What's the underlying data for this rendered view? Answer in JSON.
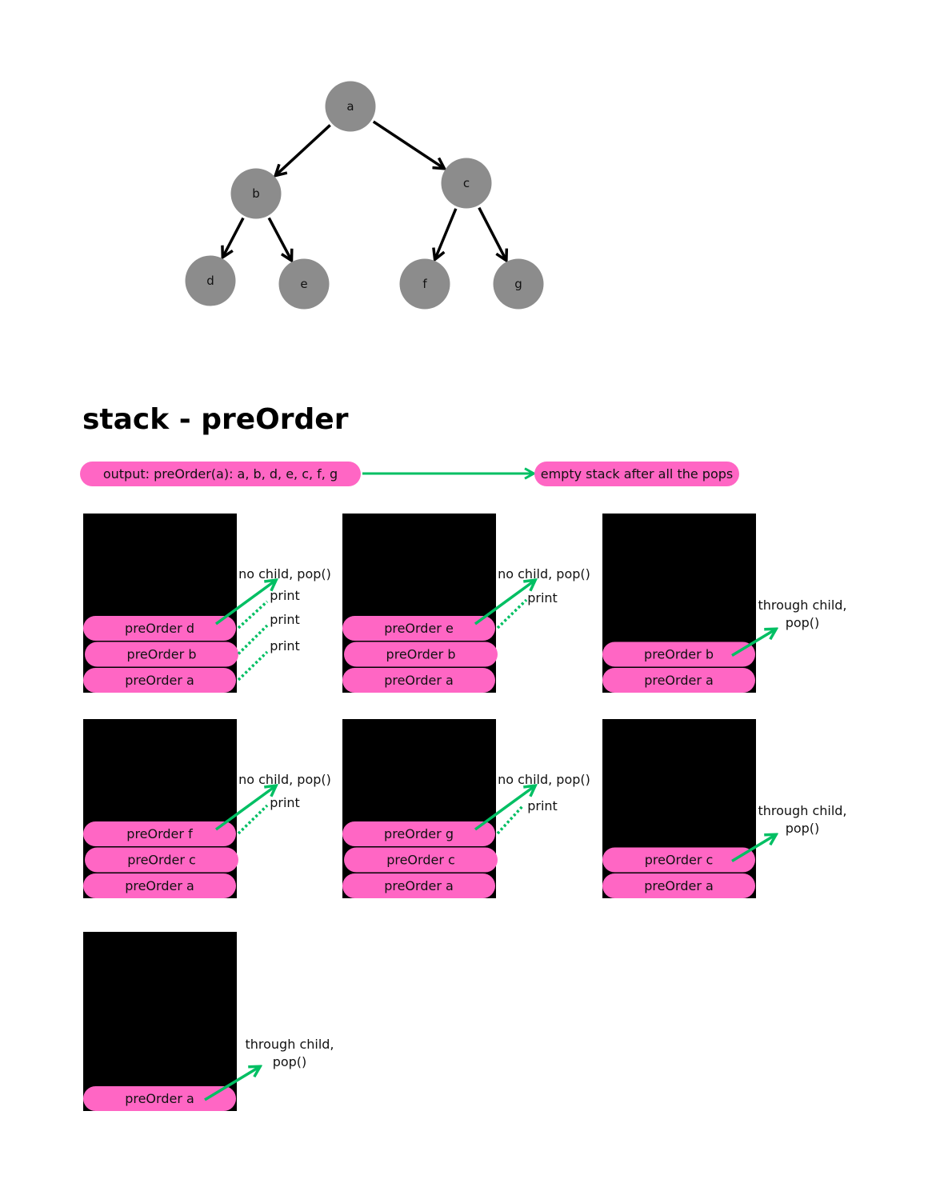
{
  "tree": {
    "nodes": [
      {
        "id": "a",
        "label": "a"
      },
      {
        "id": "b",
        "label": "b"
      },
      {
        "id": "c",
        "label": "c"
      },
      {
        "id": "d",
        "label": "d"
      },
      {
        "id": "e",
        "label": "e"
      },
      {
        "id": "f",
        "label": "f"
      },
      {
        "id": "g",
        "label": "g"
      }
    ],
    "edges": [
      [
        "a",
        "b"
      ],
      [
        "a",
        "c"
      ],
      [
        "b",
        "d"
      ],
      [
        "b",
        "e"
      ],
      [
        "c",
        "f"
      ],
      [
        "c",
        "g"
      ]
    ]
  },
  "title": "stack - preOrder",
  "output_label": "output: preOrder(a): a, b, d, e, c, f, g",
  "empty_label": "empty stack after all the pops",
  "stacks": [
    {
      "frames": [
        "preOrder d",
        "preOrder b",
        "preOrder a"
      ],
      "action": "no child, pop()",
      "prints": [
        "print",
        "print",
        "print"
      ]
    },
    {
      "frames": [
        "preOrder e",
        "preOrder b",
        "preOrder a"
      ],
      "action": "no child, pop()",
      "prints": [
        "print"
      ]
    },
    {
      "frames": [
        "preOrder b",
        "preOrder a"
      ],
      "action": [
        "through child,",
        "pop()"
      ],
      "prints": []
    },
    {
      "frames": [
        "preOrder f",
        "preOrder c",
        "preOrder a"
      ],
      "action": "no child, pop()",
      "prints": [
        "print"
      ]
    },
    {
      "frames": [
        "preOrder g",
        "preOrder c",
        "preOrder a"
      ],
      "action": "no child, pop()",
      "prints": [
        "print"
      ]
    },
    {
      "frames": [
        "preOrder c",
        "preOrder a"
      ],
      "action": [
        "through child,",
        "pop()"
      ],
      "prints": []
    },
    {
      "frames": [
        "preOrder a"
      ],
      "action": [
        "through child,",
        "pop()"
      ],
      "prints": []
    }
  ],
  "colors": {
    "node_fill": "#8c8c8c",
    "pill_fill": "#ff66c4",
    "stack_fill": "#000000",
    "arrow_green": "#00bf63",
    "edge": "#000000"
  }
}
